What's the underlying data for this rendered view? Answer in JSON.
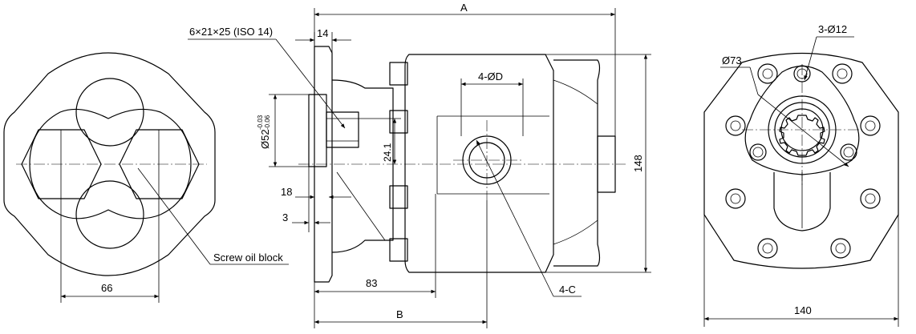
{
  "labels": {
    "dim_a": "A",
    "dim_b": "B",
    "spline": "6×21×25 (ISO 14)",
    "dim_14": "14",
    "dim_18": "18",
    "dim_3": "3",
    "dim_83": "83",
    "dim_66": "66",
    "dim_148": "148",
    "dim_140": "140",
    "dim_24_1": "24.1",
    "port_d": "4-ØD",
    "port_c": "4-C",
    "pilot_base": "Ø52",
    "pilot_tol_upper": "-0.03",
    "pilot_tol_lower": "-0.06",
    "bolt_circle": "Ø73",
    "bolt_holes": "3-Ø12",
    "screw_oil_block": "Screw oil block"
  }
}
